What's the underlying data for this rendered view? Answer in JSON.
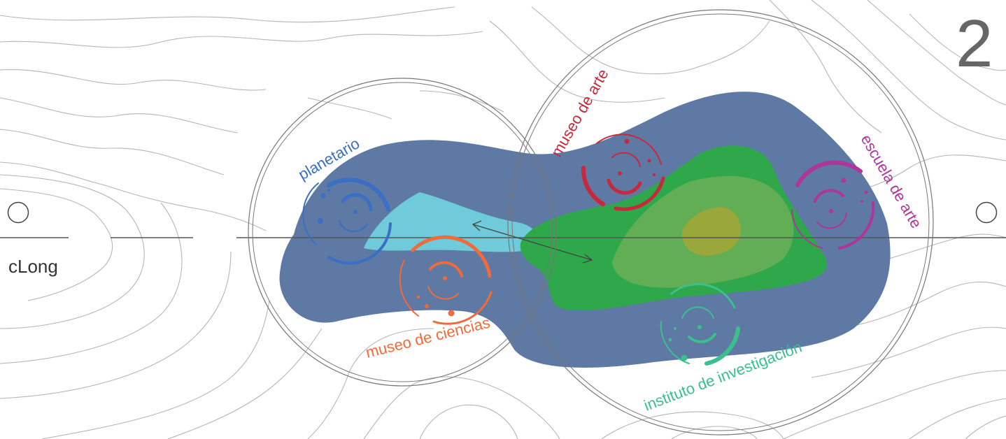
{
  "diagram": {
    "sheet_number": "2",
    "axis_label": "cLong",
    "programs": [
      {
        "id": "planetario",
        "label": "planetario",
        "color": "#3a6fc4"
      },
      {
        "id": "museo-ciencias",
        "label": "museo de ciencias",
        "color": "#f06a3a"
      },
      {
        "id": "museo-arte",
        "label": "museo de arte",
        "color": "#c8283c"
      },
      {
        "id": "escuela-arte",
        "label": "escuela de arte",
        "color": "#b0359a"
      },
      {
        "id": "instituto",
        "label": "instituto de investigación",
        "color": "#3bbf8c"
      }
    ],
    "colors": {
      "site_blue": "#5e79a3",
      "water_cyan": "#6fcad9",
      "park_green": "#2ea84a",
      "inner_green": "#62ae54",
      "core_olive": "#9aa73a",
      "contour": "#b5b5b5",
      "ring": "#777777"
    }
  }
}
